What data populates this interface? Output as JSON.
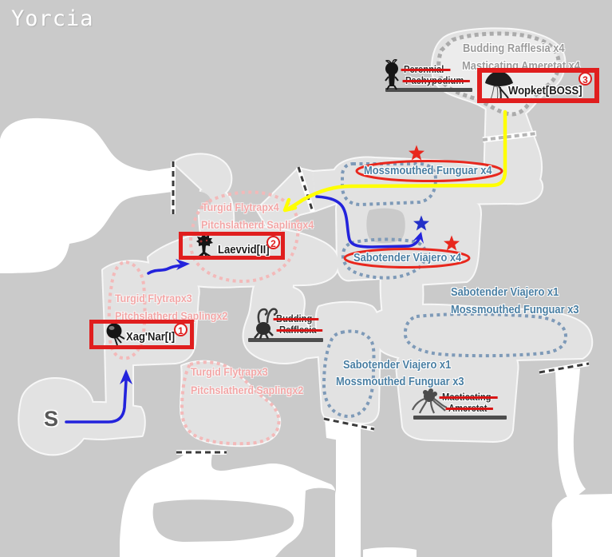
{
  "title": "Yorcia",
  "start_marker": "S",
  "colors": {
    "base_gray": "#cacaca",
    "walkable_gray": "#e2e2e2",
    "white_area": "#ffffff",
    "red_accent": "#e01e1e",
    "steel_blue_label": "#4a7fa3",
    "pink_label": "#f2a6a6",
    "gray_label": "#9b9b9b",
    "route_blue": "#2323dc",
    "route_yellow": "#ffff00"
  },
  "nm_boxes": [
    {
      "label": "Xag'Nar[I]",
      "number": "1",
      "icon": "xagnar-icon"
    },
    {
      "label": "Laevvid[II]",
      "number": "2",
      "icon": "laevvid-icon"
    },
    {
      "label": "Wopket[BOSS]",
      "number": "3",
      "icon": "wopket-icon"
    }
  ],
  "defeated_labels": [
    {
      "line1": "Perennial",
      "line2": "Pachypodium",
      "icon": "pachypodium-icon"
    },
    {
      "line1": "Budding",
      "line2": "Rafflesia",
      "icon": "rafflesia-icon"
    },
    {
      "line1": "Masticating",
      "line2": "Ameretat",
      "icon": "ameretat-icon"
    }
  ],
  "boss_area_labels": {
    "line1": "Budding Rafflesia x4",
    "line2": "Masticating Ameretat x4"
  },
  "circled_spawns": [
    {
      "label": "Mossmouthed Funguar x4"
    },
    {
      "label": "Sabotender Viajero x4"
    }
  ],
  "pink_labels": [
    {
      "line1": "Turgid Flytrapx4",
      "line2": "Pitchslatherd Saplingx4"
    },
    {
      "line1": "Turgid Flytrapx3",
      "line2": "Pitchslatherd Saplingx2"
    },
    {
      "line1": "Turgid Flytrapx3",
      "line2": "Pitchslatherd Saplingx2"
    }
  ],
  "blue_labels": [
    {
      "line1": "Sabotender Viajero x1",
      "line2": "Mossmouthed Funguar x3"
    },
    {
      "line1": "Sabotender Viajero x1",
      "line2": "Mossmouthed Funguar x3"
    }
  ]
}
